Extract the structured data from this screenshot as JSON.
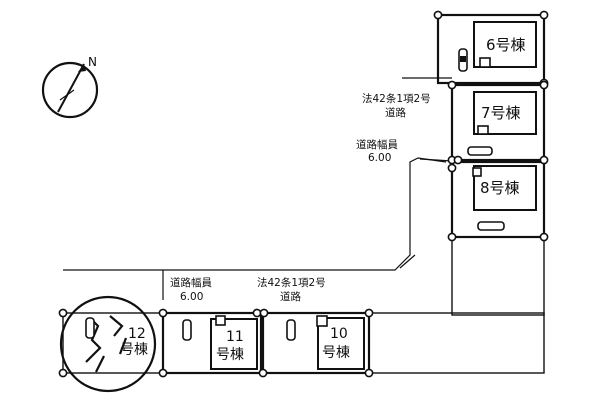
{
  "compass": {
    "north_label": "N"
  },
  "roads": {
    "legal_road_upper": {
      "line1": "法42条1項2号",
      "line2": "道路"
    },
    "road_width_upper": {
      "line1": "道路幅員",
      "line2": "6.00"
    },
    "road_width_lower": {
      "line1": "道路幅員",
      "line2": "6.00"
    },
    "legal_road_lower": {
      "line1": "法42条1項2号",
      "line2": "道路"
    }
  },
  "lots": {
    "lot6": {
      "label": "6号棟"
    },
    "lot7": {
      "label": "7号棟"
    },
    "lot8": {
      "label": "8号棟"
    },
    "lot10": {
      "line1": "10",
      "line2": "号棟"
    },
    "lot11": {
      "line1": "11",
      "line2": "号棟"
    },
    "lot12": {
      "line1": "12",
      "line2": "号棟"
    }
  }
}
